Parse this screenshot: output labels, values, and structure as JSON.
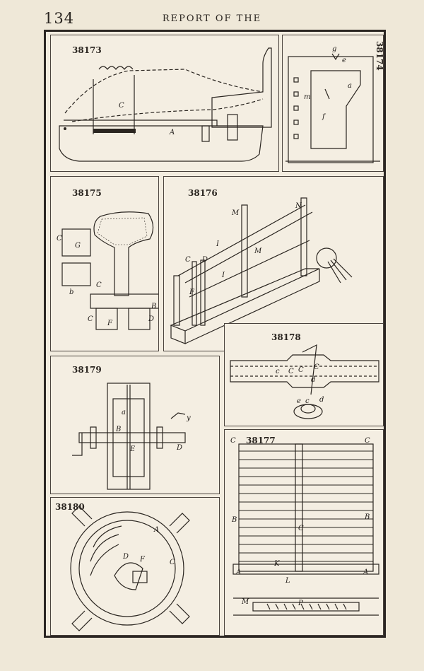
{
  "header": {
    "page_number": "134",
    "running_head": "REPORT OF THE"
  },
  "figures": {
    "f38173": {
      "number": "38173",
      "labels": {
        "c": "C",
        "a": "A"
      }
    },
    "f38174": {
      "number": "38174",
      "labels": {
        "a": "a",
        "f": "f",
        "m": "m",
        "g": "g",
        "e": "e"
      }
    },
    "f38175": {
      "number": "38175",
      "labels": {
        "c1": "C",
        "g": "G",
        "c2": "C",
        "b": "b",
        "c3": "C",
        "b2": "B",
        "f": "F",
        "d": "D"
      }
    },
    "f38176": {
      "number": "38176",
      "labels": {
        "m1": "M",
        "n": "N",
        "i1": "I",
        "m2": "M",
        "c": "C",
        "d": "D",
        "i2": "I",
        "f": "F"
      }
    },
    "f38178": {
      "number": "38178",
      "labels": {
        "c1": "c",
        "c2": "C",
        "c3": "C",
        "c4": "C",
        "d": "d",
        "e": "e",
        "c5": "c",
        "d2": "d"
      }
    },
    "f38179": {
      "number": "38179",
      "labels": {
        "a": "a",
        "b": "B",
        "e": "E",
        "d": "D",
        "y": "y"
      }
    },
    "f38177": {
      "number": "38177",
      "labels": {
        "c1": "C",
        "c2": "C",
        "b1": "B",
        "b2": "B",
        "c3": "C",
        "a1": "A",
        "k": "K",
        "a2": "A",
        "l": "L",
        "m": "M",
        "p": "P"
      }
    },
    "f38180": {
      "number": "38180",
      "labels": {
        "a": "A",
        "d": "D",
        "f": "F",
        "c": "C"
      }
    }
  }
}
